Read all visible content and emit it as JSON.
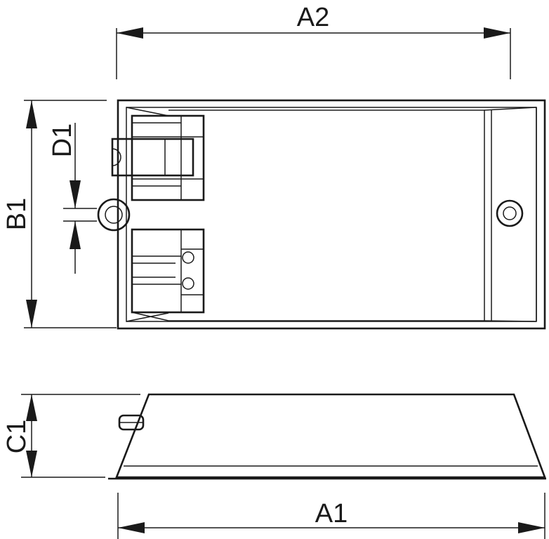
{
  "dimensions": {
    "a2": "A2",
    "b1": "B1",
    "d1": "D1",
    "c1": "C1",
    "a1": "A1"
  },
  "colors": {
    "line": "#1a1a1a",
    "background": "#ffffff"
  }
}
